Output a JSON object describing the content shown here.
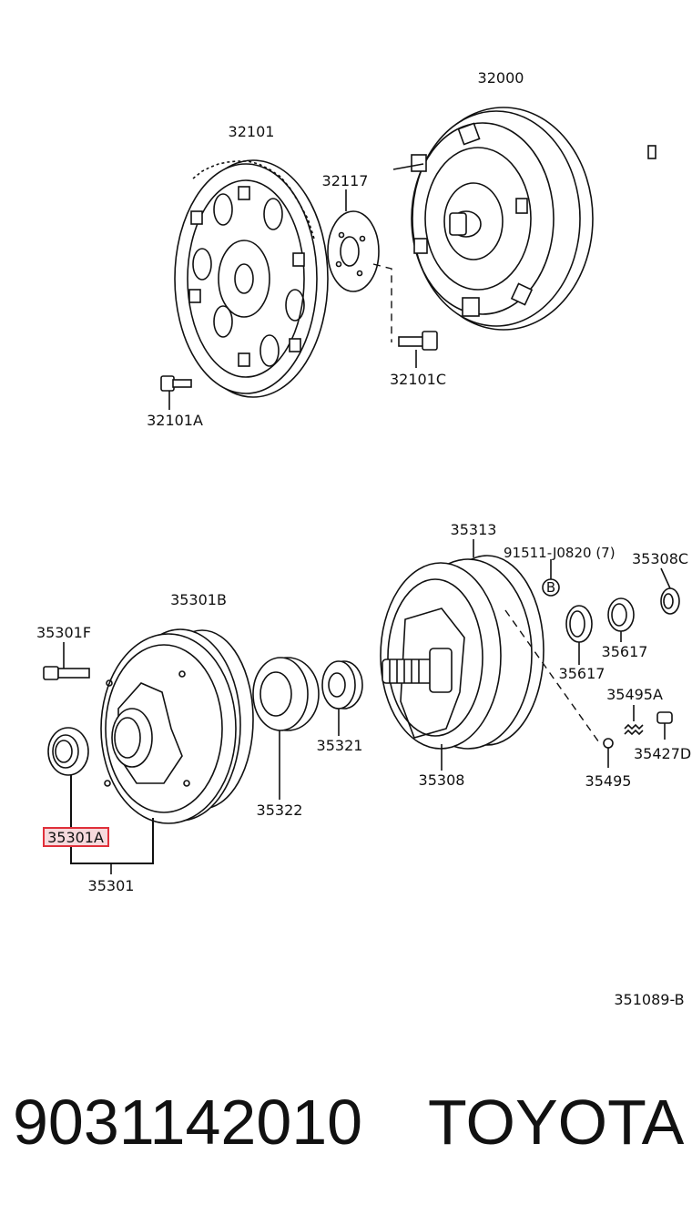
{
  "labels": {
    "p32000": "32000",
    "p32101": "32101",
    "p32117": "32117",
    "p32101C": "32101C",
    "p32101A": "32101A",
    "p35313": "35313",
    "p91511": "91511-J0820 (7)",
    "p35308C": "35308C",
    "p35301B": "35301B",
    "p35301F": "35301F",
    "p35617a": "35617",
    "p35617b": "35617",
    "p35321": "35321",
    "p35495A": "35495A",
    "p35427D": "35427D",
    "p35322": "35322",
    "p35308": "35308",
    "p35495": "35495",
    "p35301A": "35301A",
    "p35301": "35301",
    "ref": "351089-B",
    "b_mark": "B"
  },
  "footer": {
    "part_number": "9031142010",
    "brand": "TOYOTA"
  },
  "colors": {
    "highlight": "#e0303a",
    "ink": "#111111"
  }
}
